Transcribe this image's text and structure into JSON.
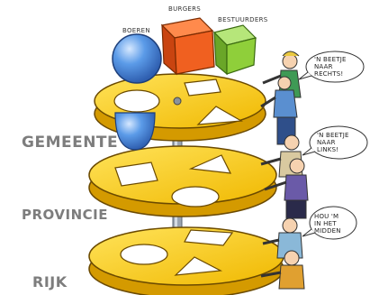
{
  "shapes": {
    "boeren": "BOEREN",
    "burgers": "BURGERS",
    "bestuurders": "BESTUURDERS"
  },
  "levels": {
    "gemeente": "GEMEENTE",
    "provincie": "PROVINCIE",
    "rijk": "RIJK"
  },
  "speech": {
    "top": "'N BEETJE\nNAAR\nRECHTS!",
    "middle": "'N BEETJE\nNAAR\nLINKS!",
    "bottom": "HOU 'M\nIN HET\nMIDDEN"
  },
  "colors": {
    "disc": "#f2c200",
    "disc_shadow": "#d49a00",
    "ball": "#4f8fe0",
    "cube_orange": "#f06020",
    "cube_green": "#8fcf3a",
    "label": "#7d7d7d"
  }
}
